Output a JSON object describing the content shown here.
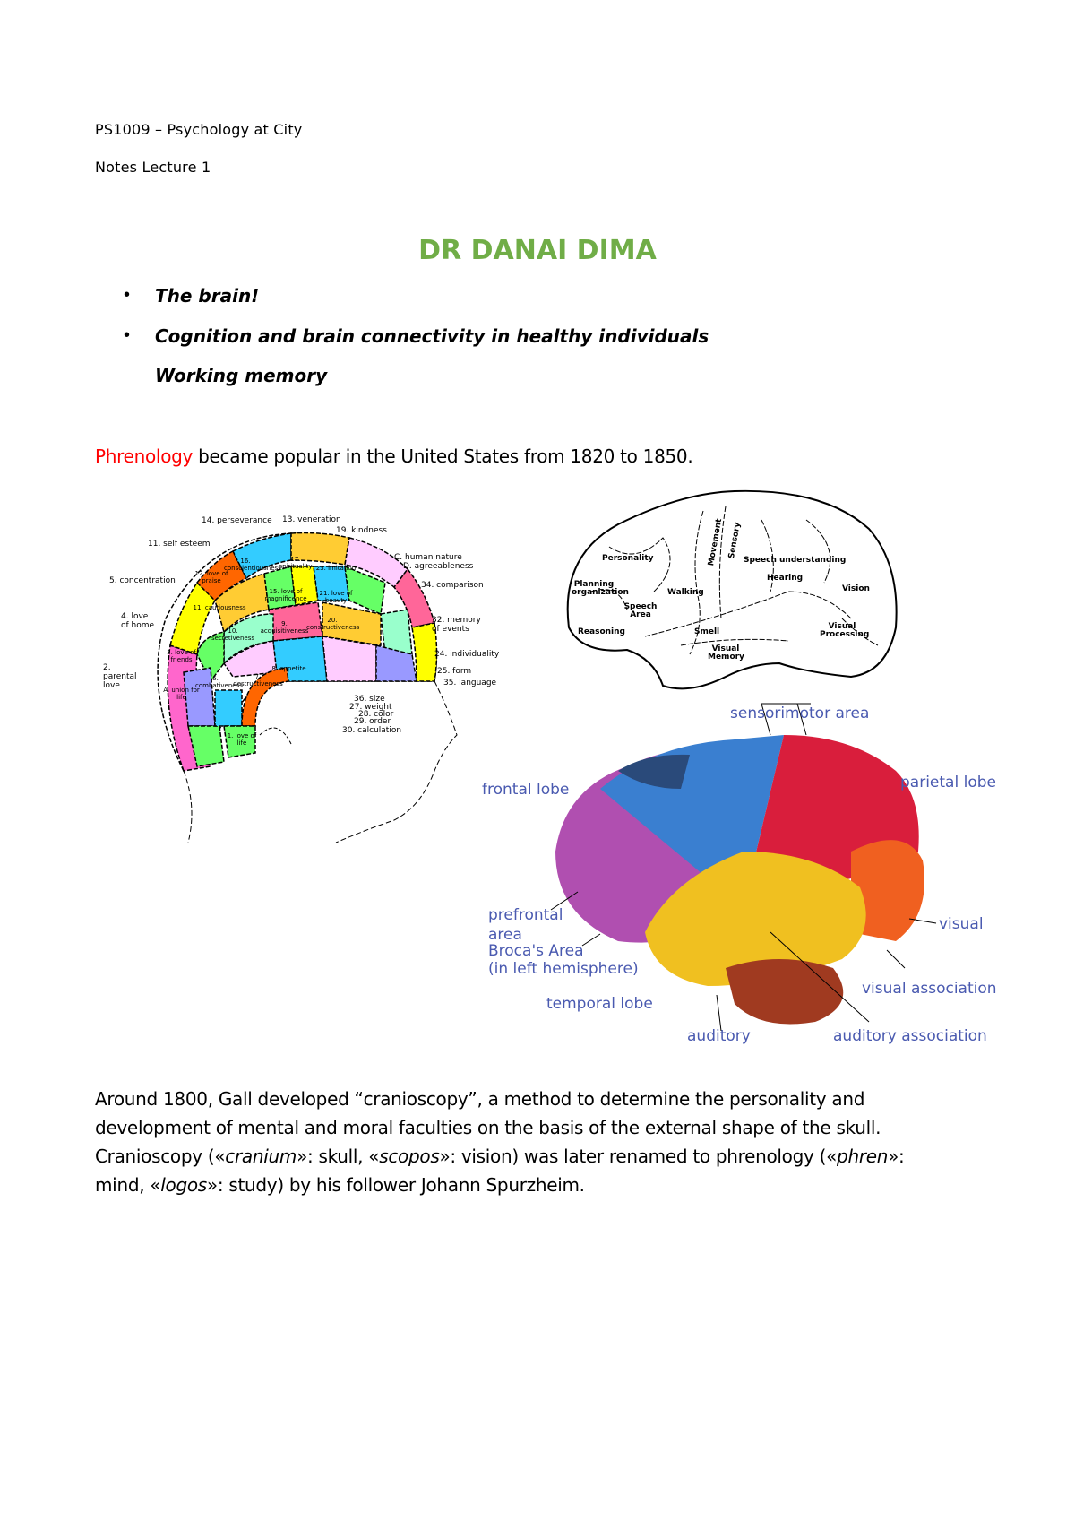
{
  "header": {
    "course": "PS1009 – Psychology at City",
    "notes": "Notes Lecture 1"
  },
  "title": "DR DANAI DIMA",
  "bullets": [
    "The brain!",
    "Cognition and brain connectivity in healthy individuals"
  ],
  "sub_item": "Working memory",
  "phrenology_line": {
    "highlight": "Phrenology",
    "rest": " became popular in the United States from 1820 to 1850.",
    "highlight_color": "#ff0000"
  },
  "title_color": "#70ad47",
  "phrenology_labels": [
    "14. perseverance",
    "13. veneration",
    "19. kindness",
    "11. self esteem",
    "C. human nature",
    "D. agreeableness",
    "5. concentration",
    "34. comparison",
    "4. love of home",
    "32. memory of events",
    "2. parental love",
    "24. individuality",
    "25. form",
    "35. language",
    "36. size",
    "27. weight",
    "28. color",
    "29. order",
    "30. calculation",
    "12. love of praise",
    "11. cautiousness",
    "16. conscientiousness",
    "17. spirituality",
    "23. imitation",
    "15. love of magnificence",
    "21. love of beauty",
    "10. secretiveness",
    "9. acquisitiveness",
    "20. constructiveness",
    "8. appetite",
    "7. destructiveness",
    "6. combativeness",
    "3. love of friends",
    "1. love of life",
    "A. union for life"
  ],
  "brain_outline_labels": [
    "Personality",
    "Movement",
    "Sensory",
    "Speech understanding",
    "Hearing",
    "Planning organization",
    "Walking",
    "Speech Area",
    "Reasoning",
    "Smell",
    "Vision",
    "Visual Processing",
    "Visual Memory"
  ],
  "color_brain_labels": {
    "sensorimotor": "sensorimotor area",
    "frontal": "frontal lobe",
    "parietal": "parietal lobe",
    "prefrontal": "prefrontal area",
    "broca": "Broca's Area",
    "broca_note": "(in left hemisphere)",
    "visual": "visual",
    "temporal": "temporal lobe",
    "visual_assoc": "visual association",
    "auditory": "auditory",
    "auditory_assoc": "auditory association"
  },
  "paragraph": {
    "p1": "Around 1800, Gall developed “cranioscopy”, a method to determine the personality and development of mental and moral faculties on the basis of the external shape of the skull. Cranioscopy («",
    "cranium": "cranium",
    "p2": "»: skull, «",
    "scopos": "scopos",
    "p3": "»: vision) was later renamed to phrenology («",
    "phren": "phren",
    "p4": "»: mind, «",
    "logos": "logos",
    "p5": "»: study) by his follower Johann Spurzheim."
  }
}
